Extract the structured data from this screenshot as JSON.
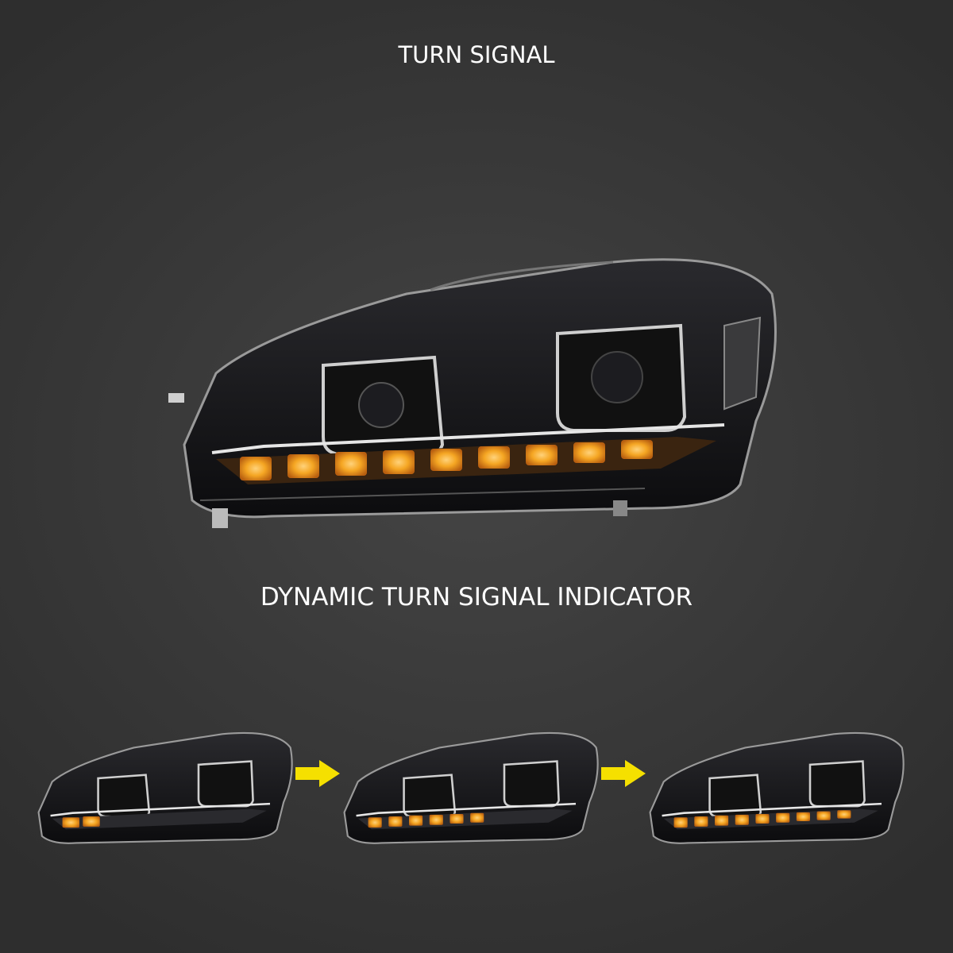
{
  "headings": {
    "top": "TURN SIGNAL",
    "middle": "DYNAMIC TURN SIGNAL INDICATOR"
  },
  "main_image": {
    "subject": "headlight-with-turn-signal-on",
    "signal_color": "#f5a623"
  },
  "sequence": {
    "frames": [
      {
        "step": 1,
        "lit_segments": 2
      },
      {
        "step": 2,
        "lit_segments": 6
      },
      {
        "step": 3,
        "lit_segments": 9
      }
    ],
    "arrow_icon": "arrow-right-icon",
    "arrow_color": "#f5e000"
  },
  "colors": {
    "background": "#3a3a3a",
    "text": "#ffffff",
    "signal_amber": "#f5a623",
    "arrow_yellow": "#f5e000"
  }
}
